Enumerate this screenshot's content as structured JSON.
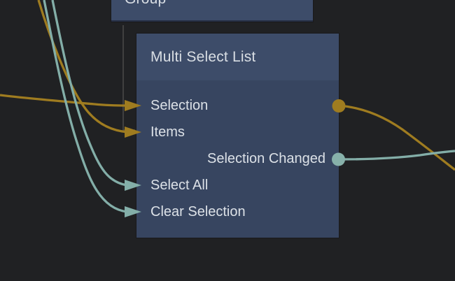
{
  "editor": {
    "kind": "node-graph"
  },
  "colors": {
    "background": "#202123",
    "node_header": "#3d4c69",
    "node_body": "#374560",
    "label_text": "#dce1e7",
    "wire_gold": "#9f7c20",
    "wire_teal": "#83aea8",
    "pin_teal": "#87b1aa",
    "wire_gray": "#4a4a4a"
  },
  "nodes": {
    "group": {
      "title": "Group"
    },
    "multi_select_list": {
      "title": "Multi Select List",
      "ports": [
        {
          "label": "Selection",
          "side": "left",
          "pin": "arrow",
          "wire": "gold",
          "has_output_pin": true
        },
        {
          "label": "Items",
          "side": "left",
          "pin": "arrow",
          "wire": "gold"
        },
        {
          "label": "Selection Changed",
          "side": "right",
          "pin": "circle",
          "wire": "teal"
        },
        {
          "label": "Select All",
          "side": "left",
          "pin": "arrow",
          "wire": "teal"
        },
        {
          "label": "Clear Selection",
          "side": "left",
          "pin": "arrow",
          "wire": "teal"
        }
      ]
    }
  }
}
